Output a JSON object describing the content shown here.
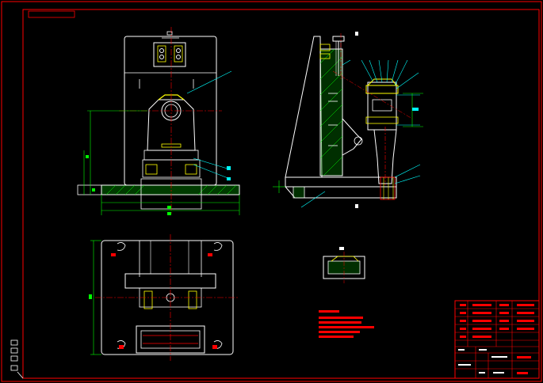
{
  "drawing": {
    "title": "",
    "sheet_color": "#000000",
    "border_color": "#ff0000",
    "part_color": "#ffffff",
    "hidden_color": "#ffff00",
    "center_color": "#ff0000",
    "dim_color": "#00ff00",
    "leader_color": "#00ffff",
    "hatch_color": "#00ff00",
    "notes_color": "#ff0000"
  },
  "views": {
    "front": {
      "name": "front-view"
    },
    "side": {
      "name": "side-section-view"
    },
    "top": {
      "name": "top-view"
    },
    "detail": {
      "name": "detail-view"
    }
  },
  "title_block": {
    "rows": 7,
    "cols": 4
  },
  "tech_notes": {
    "line_count": 6
  }
}
